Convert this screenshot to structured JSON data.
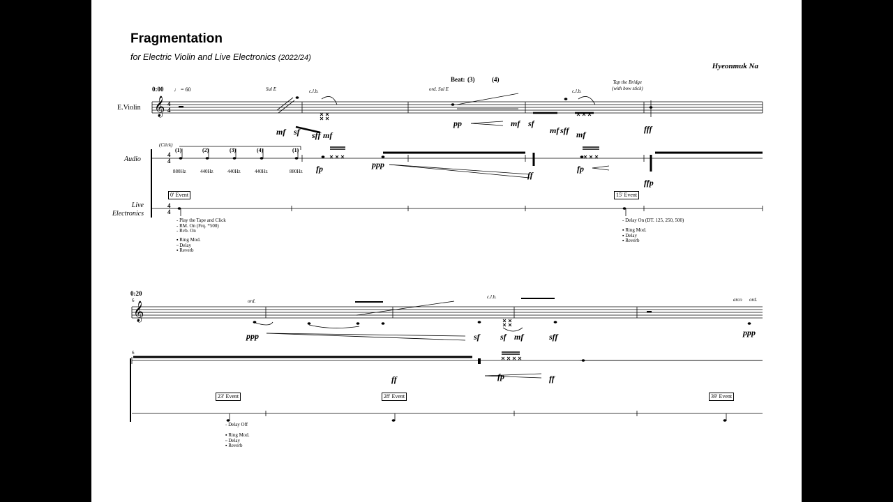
{
  "header": {
    "title": "Fragmentation",
    "subtitle": "for Electric Violin and Live Electronics",
    "years": "(2022/24)",
    "composer": "Hyeonmuk Na"
  },
  "system1": {
    "time": "0:00",
    "tempo": "= 60",
    "beat_label": "Beat:",
    "beat_3": "(3)",
    "beat_4": "(4)",
    "staff_violin": "E.Violin",
    "staff_audio": "Audio",
    "staff_live_1": "Live",
    "staff_live_2": "Electronics",
    "time_sig_top": "4",
    "time_sig_bottom": "4",
    "click_label": "(Click)",
    "click_nums": [
      "(1)",
      "(2)",
      "(3)",
      "(4)",
      "(1)"
    ],
    "click_freqs": [
      "880Hz",
      "440Hz",
      "440Hz",
      "440Hz",
      "880Hz"
    ],
    "sul_e_1": "Sul E",
    "ord_sul_e": "ord.  Sul E",
    "clb_1": "c.l.b.",
    "clb_2": "c.l.b.",
    "tap_1": "Tap the Bridge",
    "tap_2": "(with bow stick)",
    "dyn_violin": [
      "mf",
      "sf",
      "sff",
      "mf",
      "pp",
      "mf",
      "sf",
      "mf",
      "sff",
      "mf",
      "fff"
    ],
    "dyn_audio": [
      "fp",
      "ppp",
      "ff",
      "fp",
      "ffp"
    ],
    "event_0": "0' Event",
    "event_0_actions": [
      "- Play the Tape and Click",
      "- RM. On (Frq. *500)",
      "- Rvb. On"
    ],
    "event_0_fx": [
      "▪ Ring Mod.",
      "▫ Delay",
      "▪ Reverb"
    ],
    "event_15": "15' Event",
    "event_15_actions": [
      "- Delay On (DT. 125, 250, 500)"
    ],
    "event_15_fx": [
      "▪ Ring Mod.",
      "▪ Delay",
      "▪ Reverb"
    ]
  },
  "system2": {
    "time": "0:20",
    "measure": "6",
    "ord": "ord.",
    "clb": "c.l.b.",
    "arco": "arco",
    "ord_end": "ord.",
    "dyn_violin": [
      "ppp",
      "sf",
      "sf",
      "mf",
      "sff",
      "ppp"
    ],
    "dyn_audio": [
      "ff",
      "fp",
      "ff"
    ],
    "event_23": "23' Event",
    "event_23_actions": [
      "- Delay Off"
    ],
    "event_23_fx": [
      "▪ Ring Mod.",
      "▫ Delay",
      "▪ Reverb"
    ],
    "event_28": "28' Event",
    "event_39": "39' Event"
  }
}
